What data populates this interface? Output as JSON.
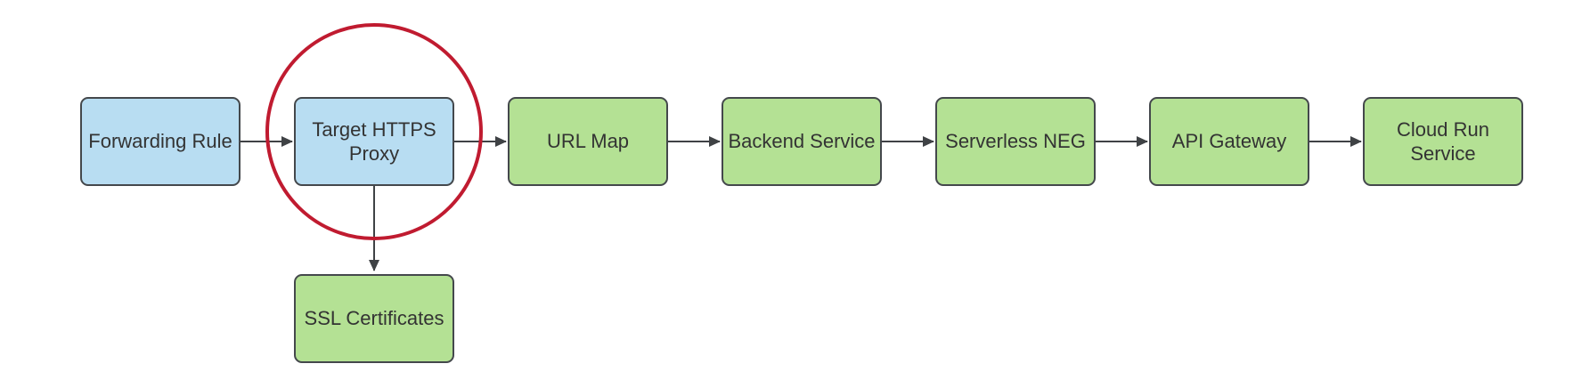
{
  "diagram": {
    "nodes": [
      {
        "id": "forwarding-rule",
        "label": "Forwarding Rule",
        "color": "blue"
      },
      {
        "id": "target-https-proxy",
        "label": "Target HTTPS Proxy",
        "color": "blue"
      },
      {
        "id": "url-map",
        "label": "URL Map",
        "color": "green"
      },
      {
        "id": "backend-service",
        "label": "Backend Service",
        "color": "green"
      },
      {
        "id": "serverless-neg",
        "label": "Serverless NEG",
        "color": "green"
      },
      {
        "id": "api-gateway",
        "label": "API Gateway",
        "color": "green"
      },
      {
        "id": "cloud-run-service",
        "label": "Cloud Run Service",
        "color": "green"
      },
      {
        "id": "ssl-certificates",
        "label": "SSL Certificates",
        "color": "green"
      }
    ],
    "edges": [
      {
        "from": "forwarding-rule",
        "to": "target-https-proxy",
        "direction": "right"
      },
      {
        "from": "target-https-proxy",
        "to": "url-map",
        "direction": "right"
      },
      {
        "from": "url-map",
        "to": "backend-service",
        "direction": "right"
      },
      {
        "from": "backend-service",
        "to": "serverless-neg",
        "direction": "right"
      },
      {
        "from": "serverless-neg",
        "to": "api-gateway",
        "direction": "right"
      },
      {
        "from": "api-gateway",
        "to": "cloud-run-service",
        "direction": "right"
      },
      {
        "from": "target-https-proxy",
        "to": "ssl-certificates",
        "direction": "down"
      }
    ],
    "annotation": {
      "shape": "circle",
      "highlighted_node": "target-https-proxy",
      "color": "#c01b30"
    },
    "colors": {
      "node-blue": "#b8ddf2",
      "node-green": "#b4e194",
      "border": "#44484c",
      "arrow": "#3f4245",
      "annotation": "#c01b30",
      "text": "#333333"
    }
  }
}
